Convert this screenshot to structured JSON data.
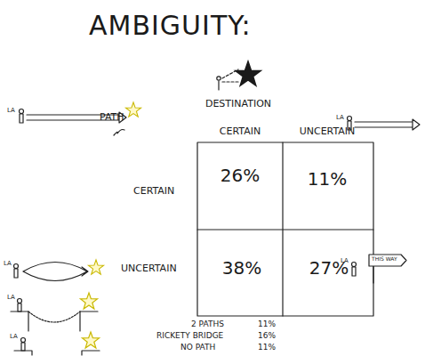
{
  "diagram": {
    "title": "AMBIGUITY:",
    "labels": [
      "DESTINATION",
      "CERTAIN",
      "UNCERTAIN",
      "PATH",
      "CERTAIN",
      "UNCERTAIN",
      "26%",
      "11%",
      "38%",
      "27%",
      "2 PATHS",
      "11%",
      "RICKETY BRIDGE",
      "16%",
      "NO PATH",
      "11%",
      "LA",
      "LA",
      "LA",
      "LA",
      "LA",
      "LA",
      "THIS WAY"
    ]
  }
}
